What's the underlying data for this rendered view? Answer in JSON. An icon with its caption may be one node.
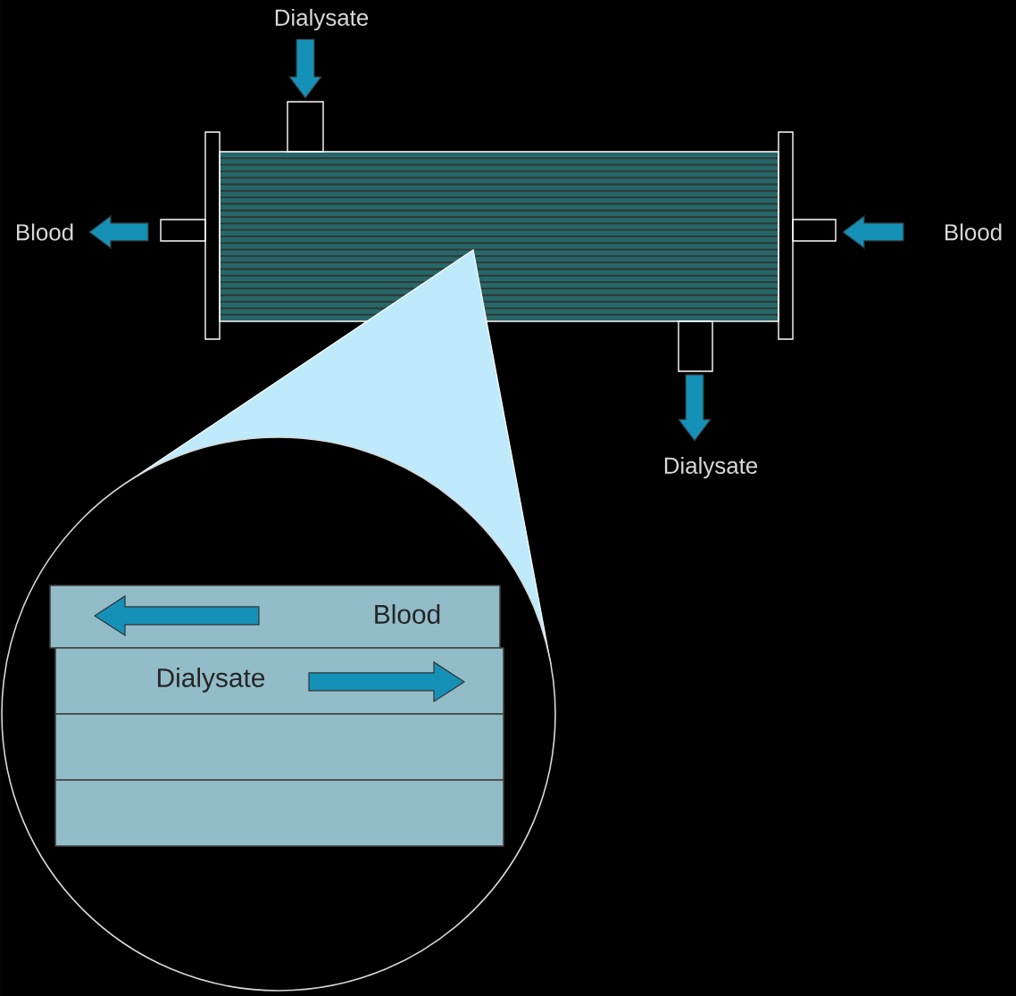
{
  "diagram": {
    "nodes": [
      {
        "text": [
          "Blood"
        ]
      },
      {
        "text": [
          "Dialysate"
        ]
      },
      {
        "text": [],
        "shape": "box"
      },
      {
        "text": [],
        "shape": "box"
      }
    ],
    "labels": [
      "Dialysate",
      "Blood",
      "Blood",
      "Dialysate"
    ]
  }
}
